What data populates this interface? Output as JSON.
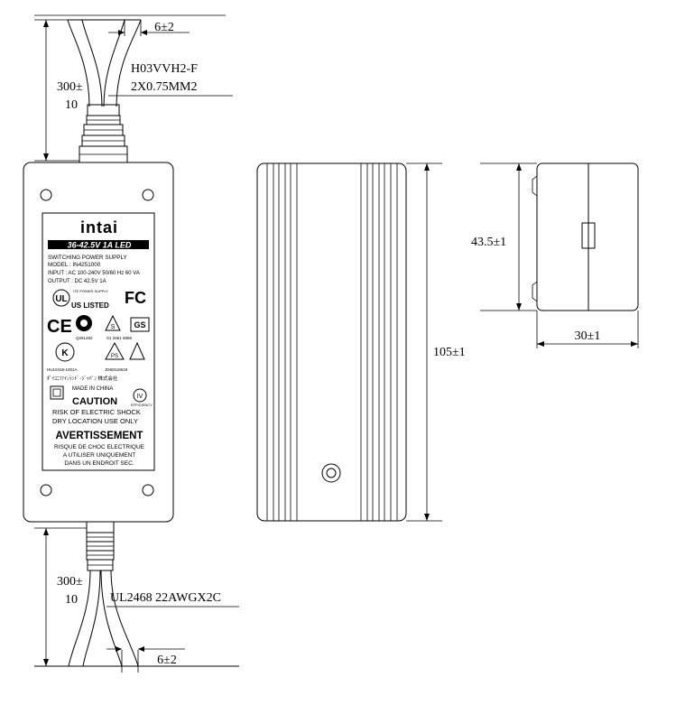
{
  "cable_top": {
    "spec_line1": "H03VVH2-F",
    "spec_line2": "2X0.75MM2",
    "length_line1": "300±",
    "length_line2": "10",
    "strip": "6±2"
  },
  "cable_bottom": {
    "spec": "UL2468 22AWGX2C",
    "length_line1": "300±",
    "length_line2": "10",
    "strip": "6±2"
  },
  "dimensions": {
    "length": "105±1",
    "height": "43.5±1",
    "width": "30±1"
  },
  "label": {
    "brand": "intai",
    "rating_band": "36-42.5V 1A LED",
    "line_type": "SWITCHING POWER SUPPLY",
    "line_model": "MODEL : IN4251000",
    "line_input": "INPUT : AC 100-240V 50/60 Hz 60 VA",
    "line_output": "OUTPUT : DC 42.5V 1A",
    "ul_listed": "US LISTED",
    "ite": "ITE POWER SUPPLY",
    "fcc": "FC",
    "ccc_code": "Q261282",
    "s_mark_code": "S1 2661 6856",
    "kc_code": "HU10418-1001A",
    "pse_code": "JD60118618",
    "japan_text": "ﾀﾞｲﾕﾆﾌｧｲﾝﾗﾝﾄﾞ･ｼﾞｬﾊﾟﾝ 株式会社",
    "made_in": "MADE IN CHINA",
    "caution": "CAUTION",
    "caution_line1": "RISK OF ELECTRIC SHOCK",
    "caution_line2": "DRY LOCATION USE ONLY",
    "warning_fr": "AVERTISSEMENT",
    "warning_fr_line1": "RISQUE DE CHOC ELECTRIQUE",
    "warning_fr_line2": "A UTILISER UNIQUEMENT",
    "warning_fr_line3": "DANS UN ENDROIT SEC.",
    "efficiency_mark": "IV",
    "efficiency_text": "EFFICIENCY"
  }
}
